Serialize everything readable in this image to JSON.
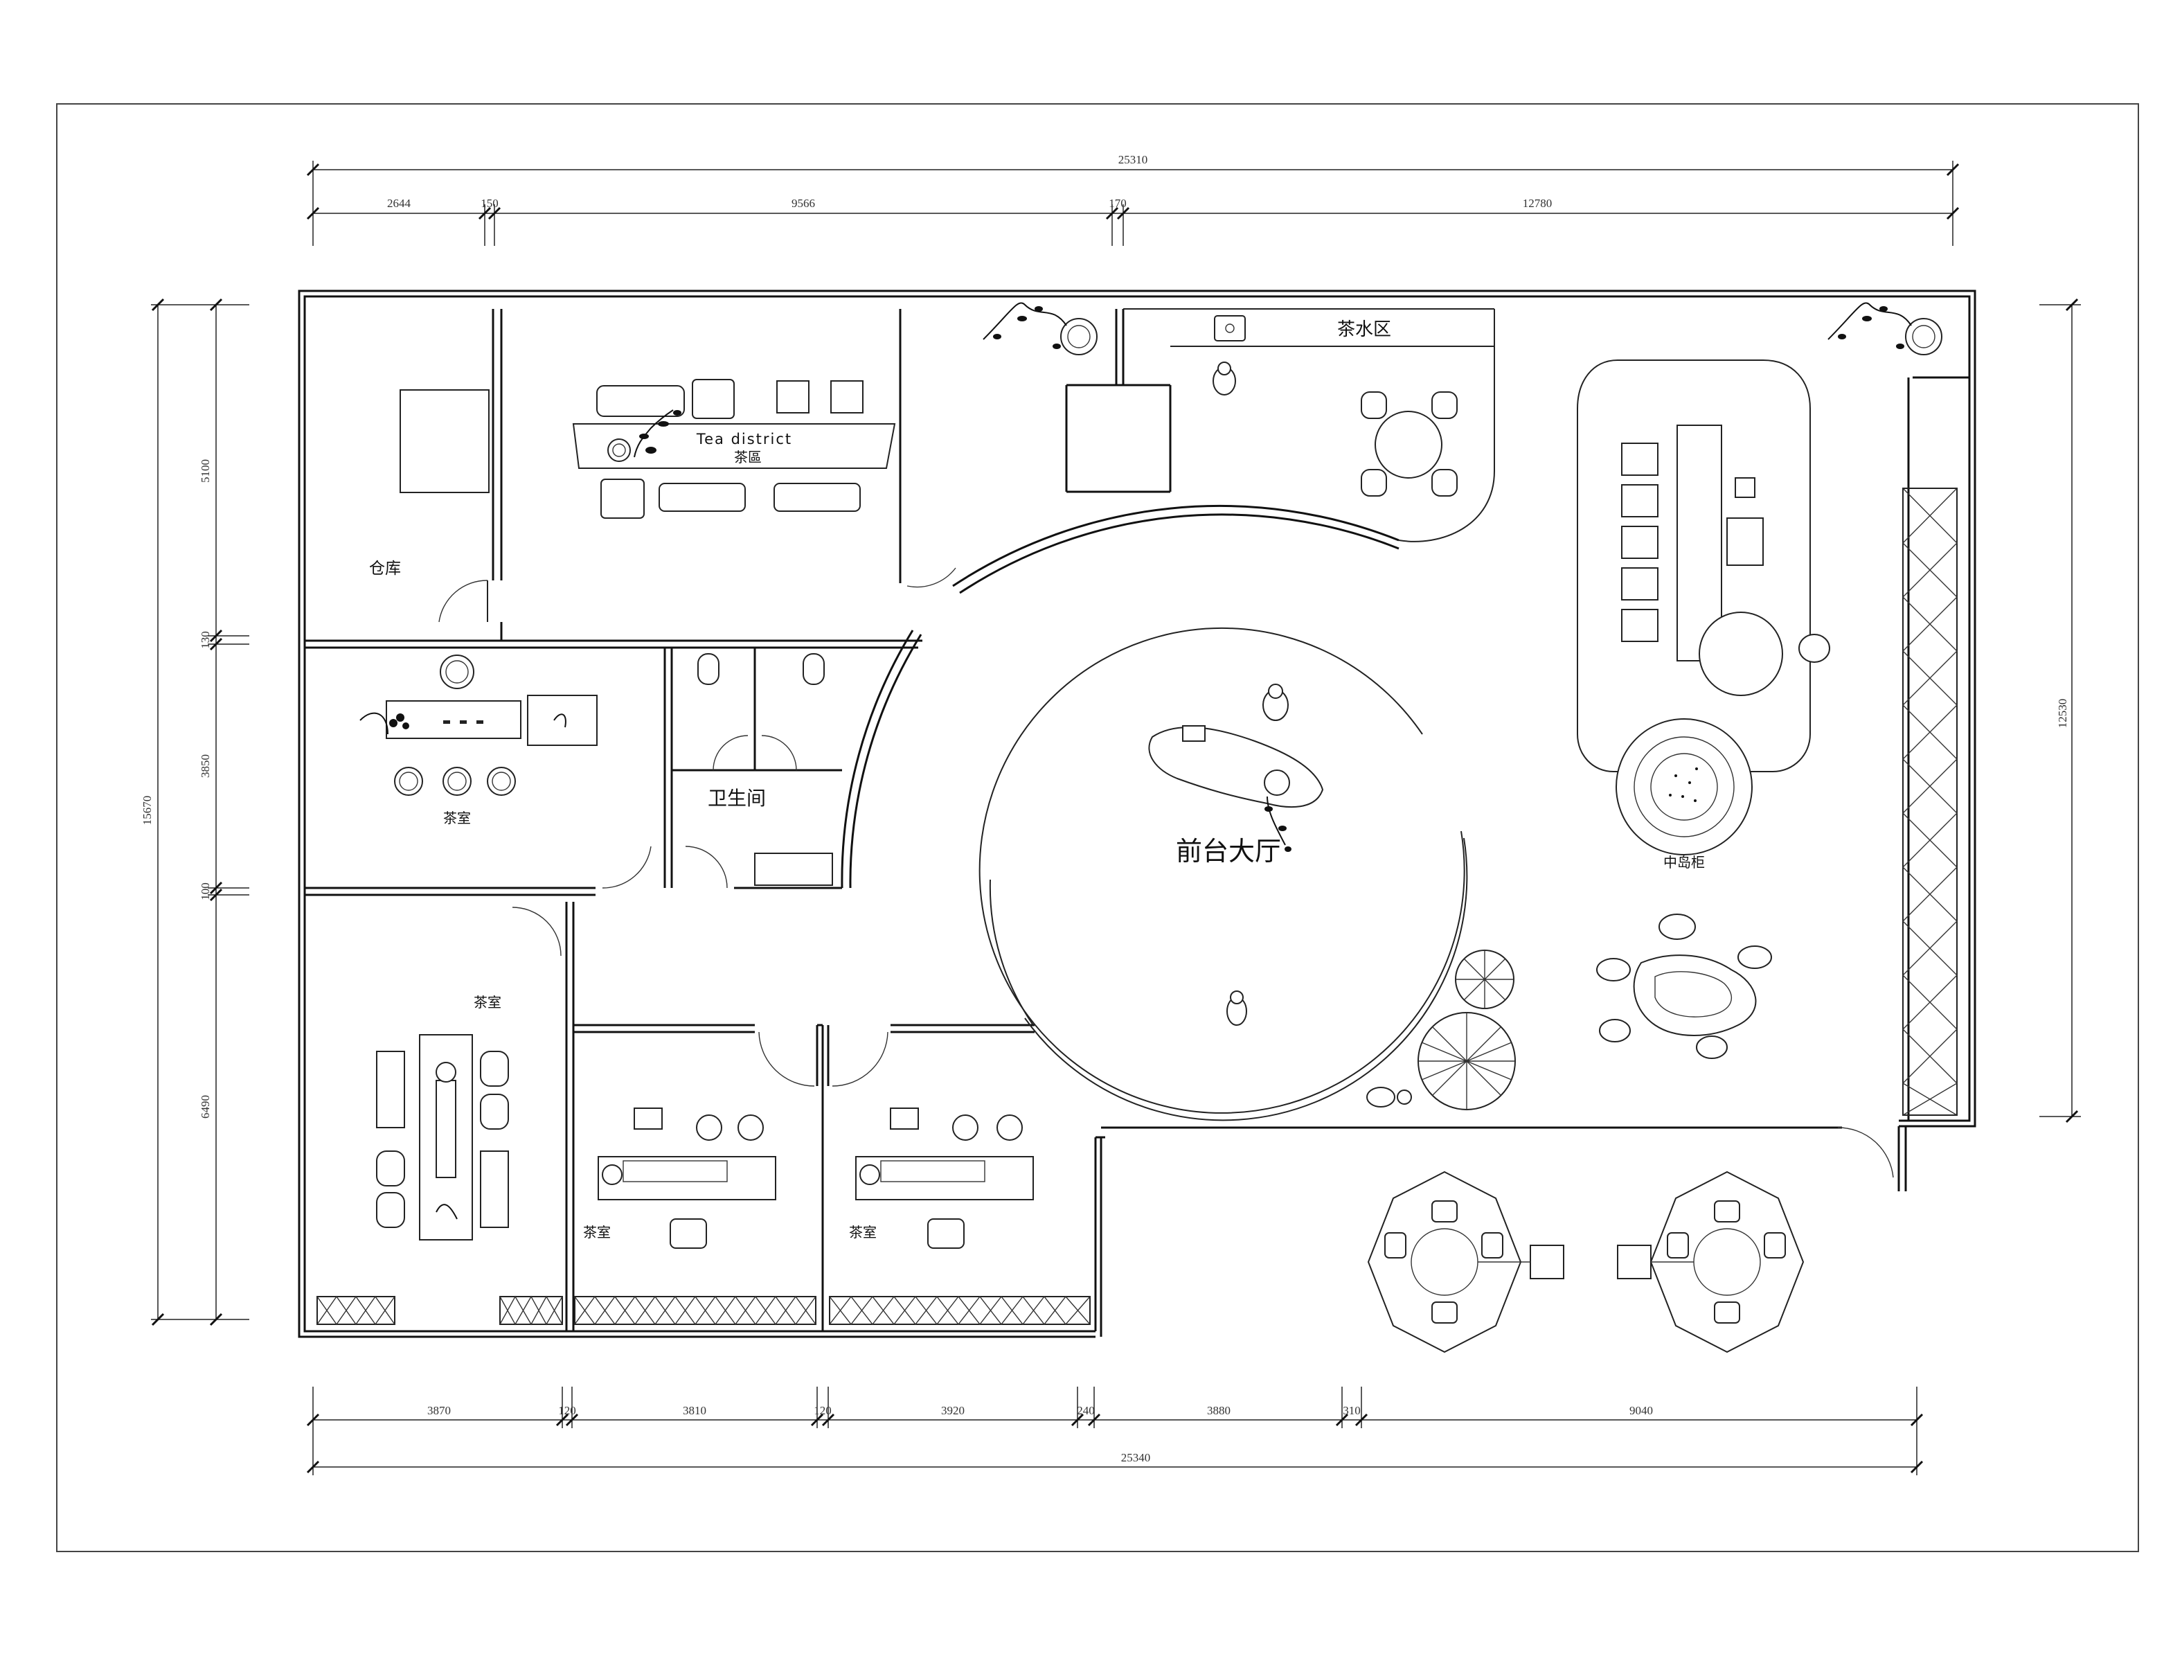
{
  "dimensions": {
    "top_total": "25310",
    "top_segments": [
      "2644",
      "150",
      "9566",
      "170",
      "12780"
    ],
    "bottom_segments": [
      "3870",
      "120",
      "3810",
      "120",
      "3920",
      "240",
      "3880",
      "310",
      "9040"
    ],
    "bottom_total": "25340",
    "left_total": "15670",
    "left_segments": [
      "5100",
      "130",
      "3850",
      "100",
      "6490"
    ],
    "right_total": "12530"
  },
  "rooms": {
    "warehouse": "仓库",
    "tea_district_en": "Tea district",
    "tea_district_cn": "茶區",
    "tea_water_area": "茶水区",
    "tea_room_small": "茶室",
    "restroom": "卫生间",
    "reception_hall": "前台大厅",
    "island_cabinet": "中岛柜",
    "tea_room_left": "茶室",
    "tea_room_mid": "茶室",
    "tea_room_right": "茶室"
  }
}
